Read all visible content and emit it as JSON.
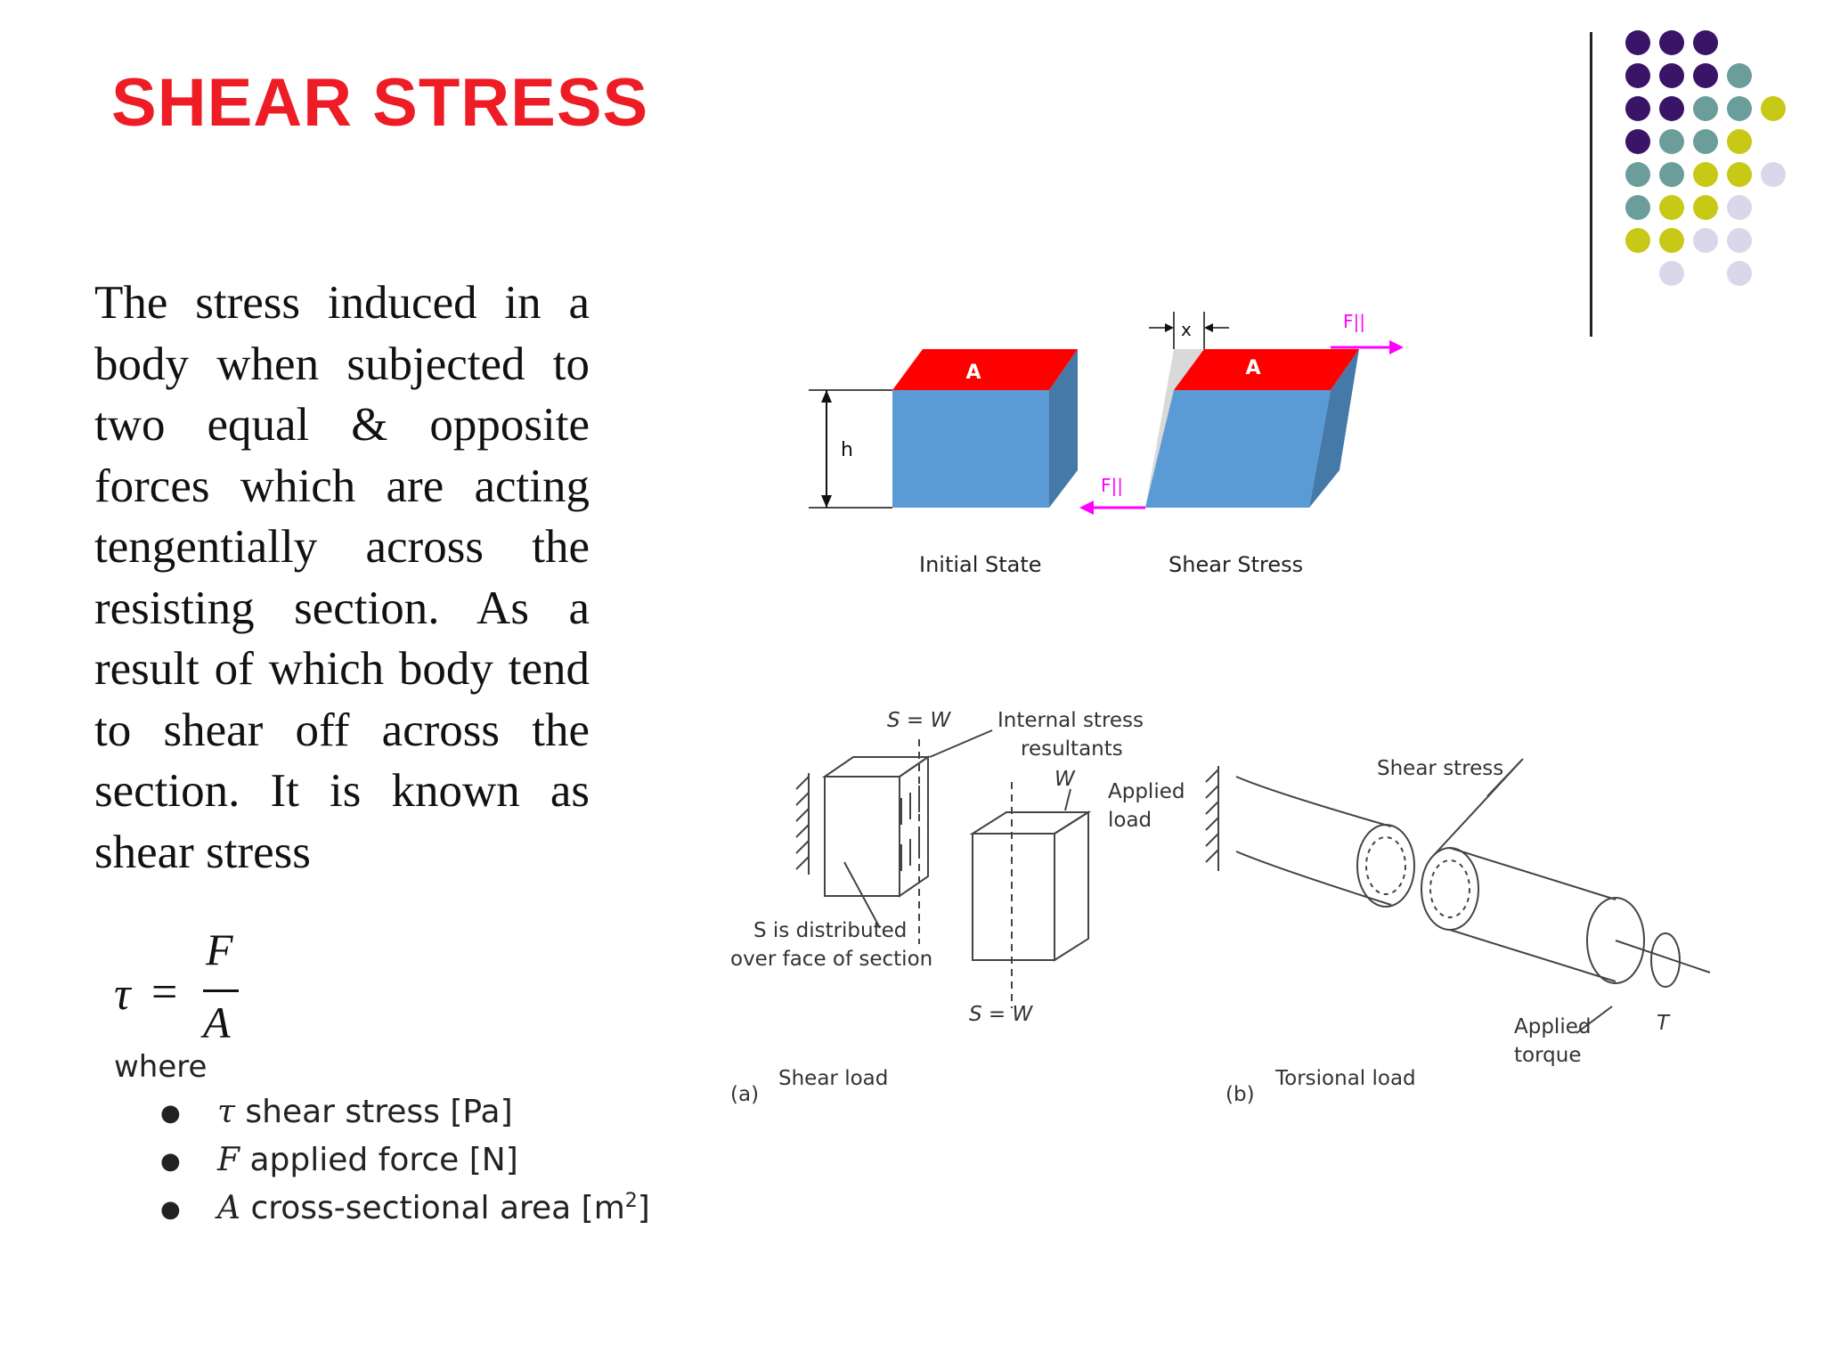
{
  "slide": {
    "title": "SHEAR STRESS",
    "body_text": "The stress induced in a body when subjected to two equal & opposite forces which are acting tengentially  across the resisting section. As a result of which body tend to shear off across the section. It is known as shear stress"
  },
  "formula": {
    "lhs": "τ",
    "equals": "=",
    "numerator": "F",
    "denominator": "A",
    "where": "where",
    "definitions": [
      {
        "symbol": "τ",
        "text": "shear stress [Pa]"
      },
      {
        "symbol": "F",
        "text": "applied force [N]"
      },
      {
        "symbol": "A",
        "text": "cross-sectional area [m",
        "sup": "2",
        "end": "]"
      }
    ]
  },
  "diagram_top": {
    "face_label": "A",
    "height_label": "h",
    "offset_label": "x",
    "force_label": "F||",
    "initial_caption": "Initial State",
    "shear_caption": "Shear Stress"
  },
  "diagram_bottom": {
    "s_equals_w": "S = W",
    "internal_stress": "Internal stress",
    "resultants": "resultants",
    "w": "W",
    "applied": "Applied",
    "load": "load",
    "s_distributed": "S is distributed",
    "over_face": "over face of section",
    "panel_a": "(a)",
    "shear_load": "Shear load",
    "shear_stress": "Shear stress",
    "applied_torque_1": "Applied",
    "applied_torque_2": "torque",
    "torque_symbol": "T",
    "panel_b": "(b)",
    "torsional_load": "Torsional load"
  },
  "colors": {
    "title": "#ee1c25",
    "cube_blue": "#5b9bd5",
    "cube_side": "#4479a8",
    "face_red": "#ff0000",
    "force_magenta": "#ff00ff",
    "purple": "#3a1466",
    "teal": "#6b9e9a",
    "olive": "#c8c817",
    "lavender": "#d8d8ea"
  }
}
